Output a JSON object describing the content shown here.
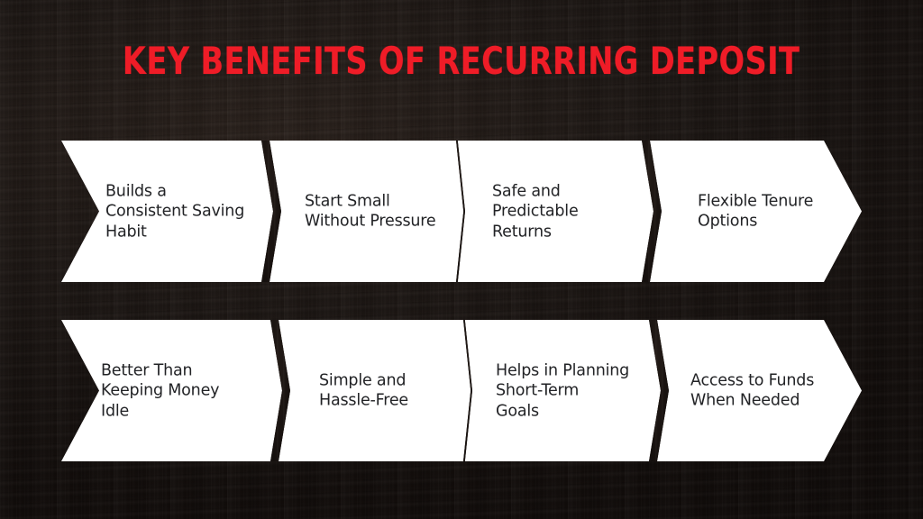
{
  "slide": {
    "title": "KEY BENEFITS OF RECURRING DEPOSIT",
    "background_color": "#17100d",
    "title_color": "#ef1c27",
    "chevron_fill": "#ffffff",
    "chevron_text_color": "#222326"
  },
  "rows": [
    {
      "id": "row-1",
      "items": [
        {
          "text": "Builds a\nConsistent Saving\nHabit"
        },
        {
          "text": "Start Small\nWithout Pressure"
        },
        {
          "text": "Safe and\nPredictable\nReturns"
        },
        {
          "text": "Flexible Tenure\nOptions"
        }
      ]
    },
    {
      "id": "row-2",
      "items": [
        {
          "text": "Better Than\nKeeping Money\nIdle"
        },
        {
          "text": "Simple and\nHassle-Free"
        },
        {
          "text": "Helps in Planning\nShort-Term\nGoals"
        },
        {
          "text": "Access to Funds\nWhen Needed"
        }
      ]
    }
  ]
}
